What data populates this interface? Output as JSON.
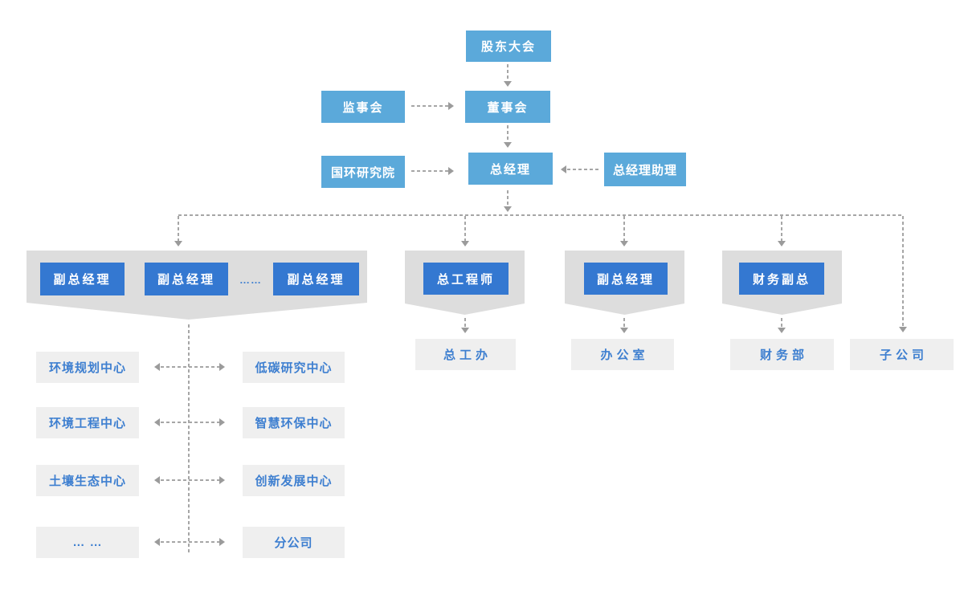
{
  "nodes": {
    "shareholders": "股东大会",
    "supervisory": "监事会",
    "board": "董事会",
    "research_institute": "国环研究院",
    "general_manager": "总经理",
    "gm_assistant": "总经理助理",
    "deputy_gm_1": "副总经理",
    "deputy_gm_2": "副总经理",
    "deputy_gm_3": "副总经理",
    "deputy_ellipsis": "……",
    "chief_engineer": "总工程师",
    "deputy_gm_4": "副总经理",
    "finance_deputy": "财务副总",
    "chief_engineer_office": "总工办",
    "office": "办公室",
    "finance_dept": "财务部",
    "subsidiary": "子公司"
  },
  "left_list": [
    "环境规划中心",
    "环境工程中心",
    "土壤生态中心",
    "… …"
  ],
  "right_list": [
    "低碳研究中心",
    "智慧环保中心",
    "创新发展中心",
    "分公司"
  ],
  "colors": {
    "top_box_blue": "#5BA9DA",
    "inner_box_blue": "#3478D1",
    "tray_gray": "#DDDDDD",
    "dept_box_gray": "#EFEFEF",
    "dept_text_blue": "#3E7FD0",
    "connector_gray": "#A6A6A6"
  }
}
